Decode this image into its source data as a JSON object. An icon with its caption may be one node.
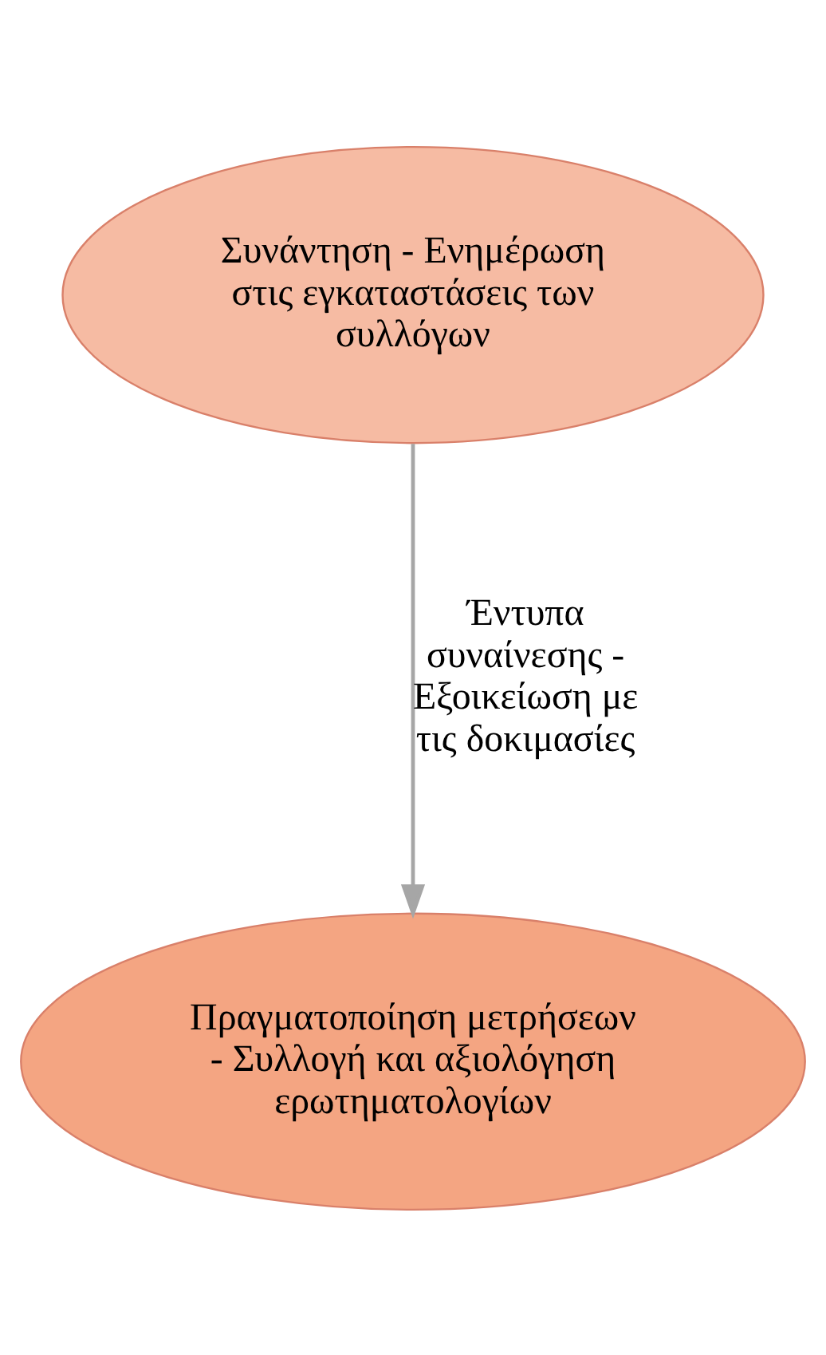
{
  "diagram": {
    "nodes": [
      {
        "text": [
          "Συνάντηση - Ενημέρωση στις εγκαταστάσεις των συλλόγων"
        ]
      },
      {
        "text": [
          "Πραγματοποίηση μετρήσεων - Συλλογή και αξιολόγηση ερωτηματολογίων"
        ]
      }
    ],
    "edges": [
      {
        "from": 0,
        "to": 1,
        "arrow": "to",
        "label": "Έντυπα συναίνεσης - Εξοικείωση με τις δοκιμασίες"
      }
    ]
  }
}
